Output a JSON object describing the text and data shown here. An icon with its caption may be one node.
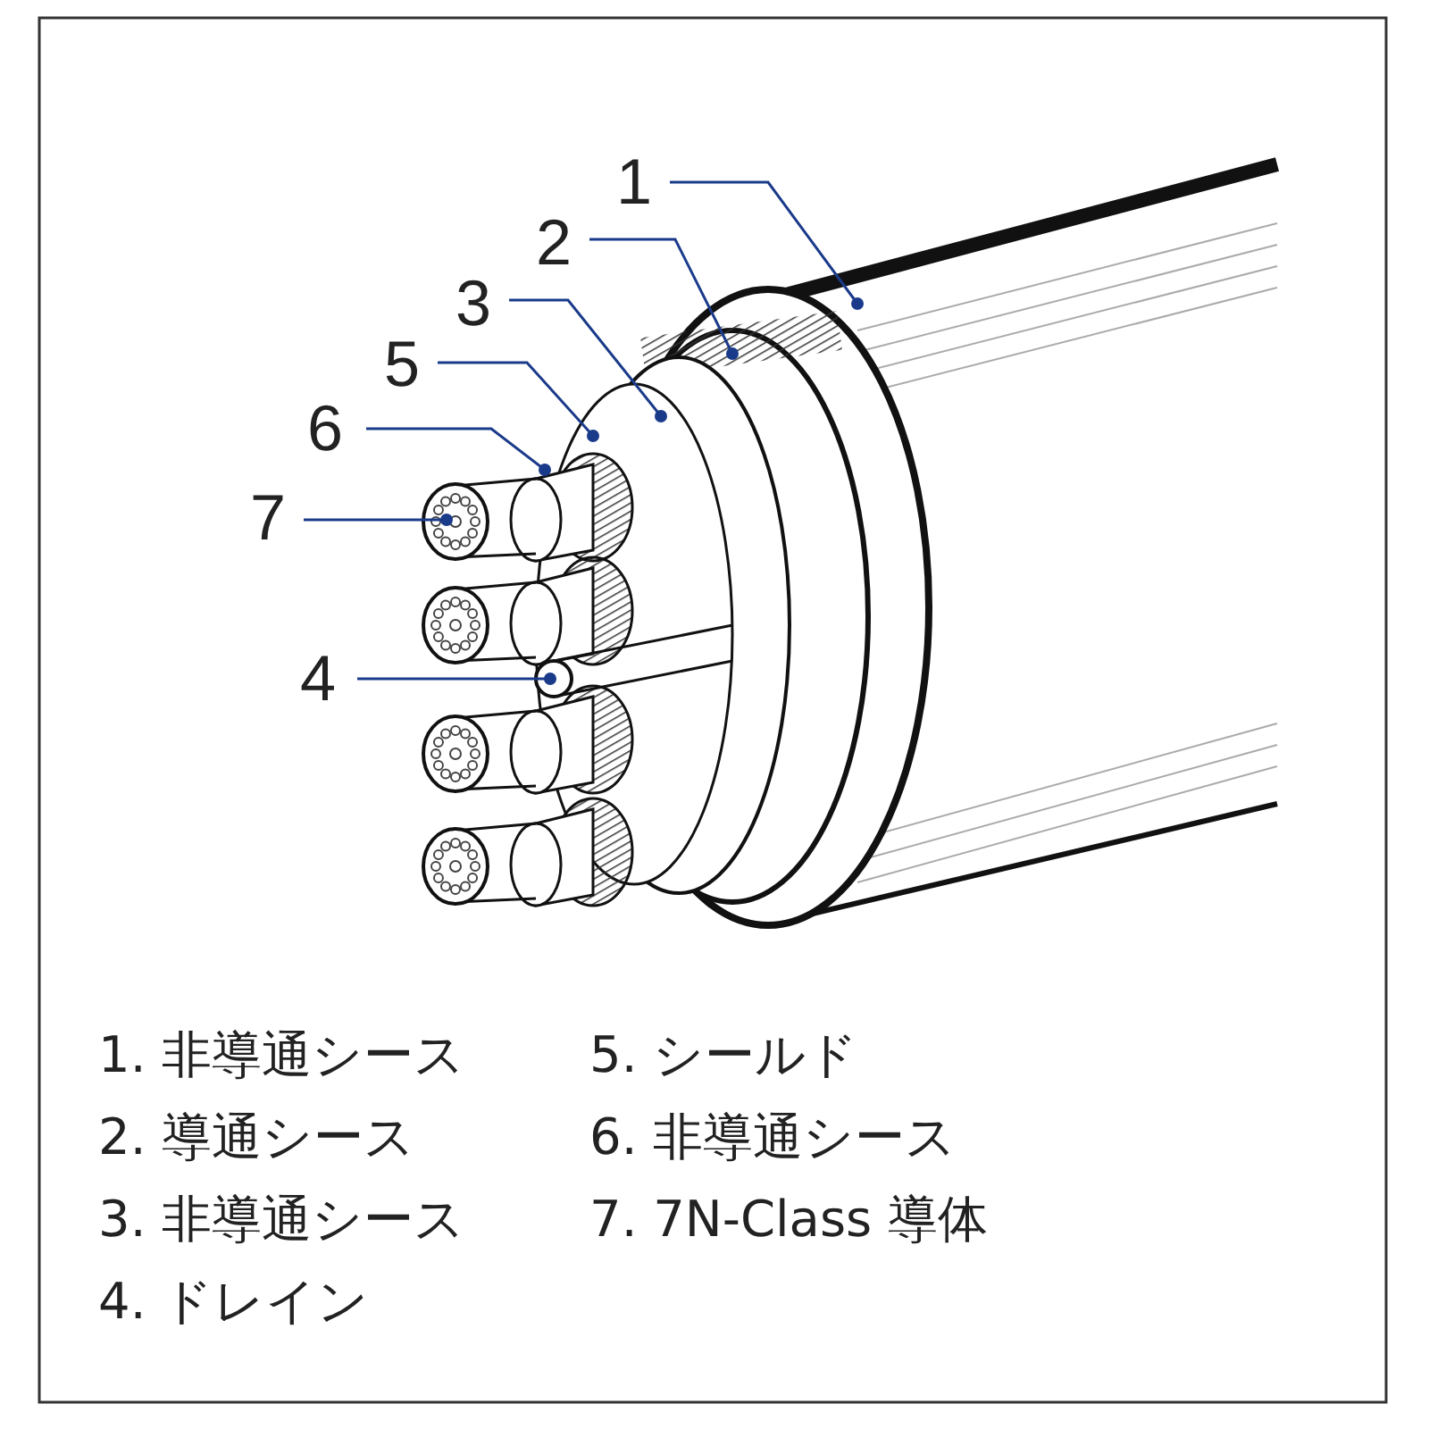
{
  "diagram": {
    "nodes": [
      {
        "text": [
          "1"
        ]
      },
      {
        "text": [
          "2"
        ]
      },
      {
        "text": [
          "3"
        ]
      },
      {
        "text": [
          "5"
        ]
      },
      {
        "text": [
          "6"
        ]
      },
      {
        "text": [
          "7"
        ]
      },
      {
        "text": [
          "4"
        ]
      }
    ],
    "edges": [
      {
        "from": 0,
        "to": null,
        "arrow": "other"
      },
      {
        "from": 1,
        "to": null,
        "arrow": "other"
      },
      {
        "from": 2,
        "to": null,
        "arrow": "other"
      },
      {
        "from": 3,
        "to": null,
        "arrow": "other"
      },
      {
        "from": 4,
        "to": null,
        "arrow": "other"
      },
      {
        "from": 5,
        "to": null,
        "arrow": "other"
      },
      {
        "from": 6,
        "to": null,
        "arrow": "other"
      }
    ],
    "labels": [
      "1. 非導通シース",
      "5. シールド",
      "2. 導通シース",
      "6. 非導通シース",
      "3. 非導通シース",
      "7. 7N-Class 導体",
      "4. ドレイン"
    ]
  }
}
